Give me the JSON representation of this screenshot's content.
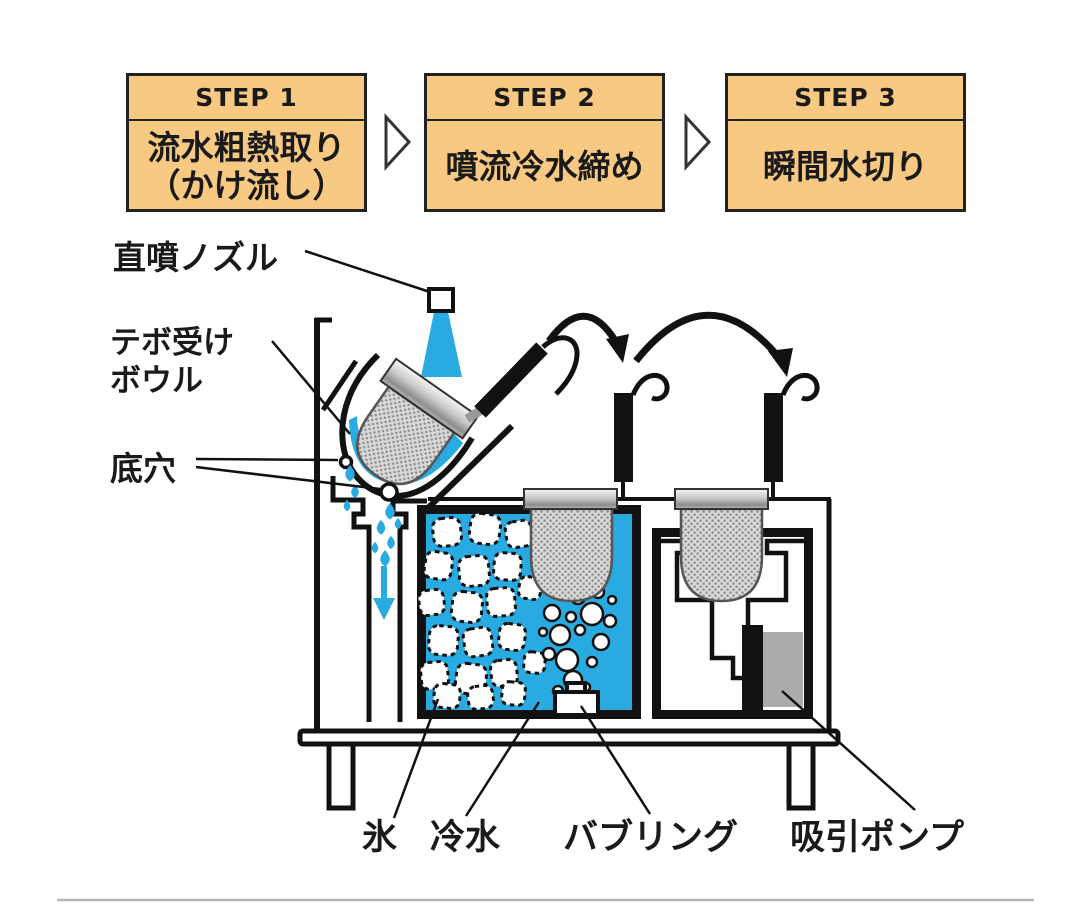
{
  "steps": [
    {
      "header": "STEP 1",
      "line1": "流水粗熱取り",
      "line2": "（かけ流し）"
    },
    {
      "header": "STEP 2",
      "line1": "噴流冷水締め",
      "line2": ""
    },
    {
      "header": "STEP 3",
      "line1": "瞬間水切り",
      "line2": ""
    }
  ],
  "part_labels": {
    "nozzle": "直噴ノズル",
    "receiver_bowl_line1": "テボ受け",
    "receiver_bowl_line2": "ボウル",
    "bottom_holes": "底穴",
    "ice": "氷",
    "cold_water": "冷水",
    "bubbling": "バブリング",
    "suction_pump": "吸引ポンプ"
  },
  "colors": {
    "water_blue": "#29ABE2",
    "step_box_fill": "#F7C983",
    "step_box_border": "#222222",
    "pump_gray": "#ABABAB",
    "mesh_gray": "#D9D9D9",
    "line_black": "#111111",
    "divider_gray": "#B8B8B8"
  },
  "icons": {
    "step_arrow": "chevron-right-outline",
    "transfer_arrow": "curved-arc-arrow",
    "water_drop": "droplet",
    "flow_down_arrow": "arrow-down"
  }
}
